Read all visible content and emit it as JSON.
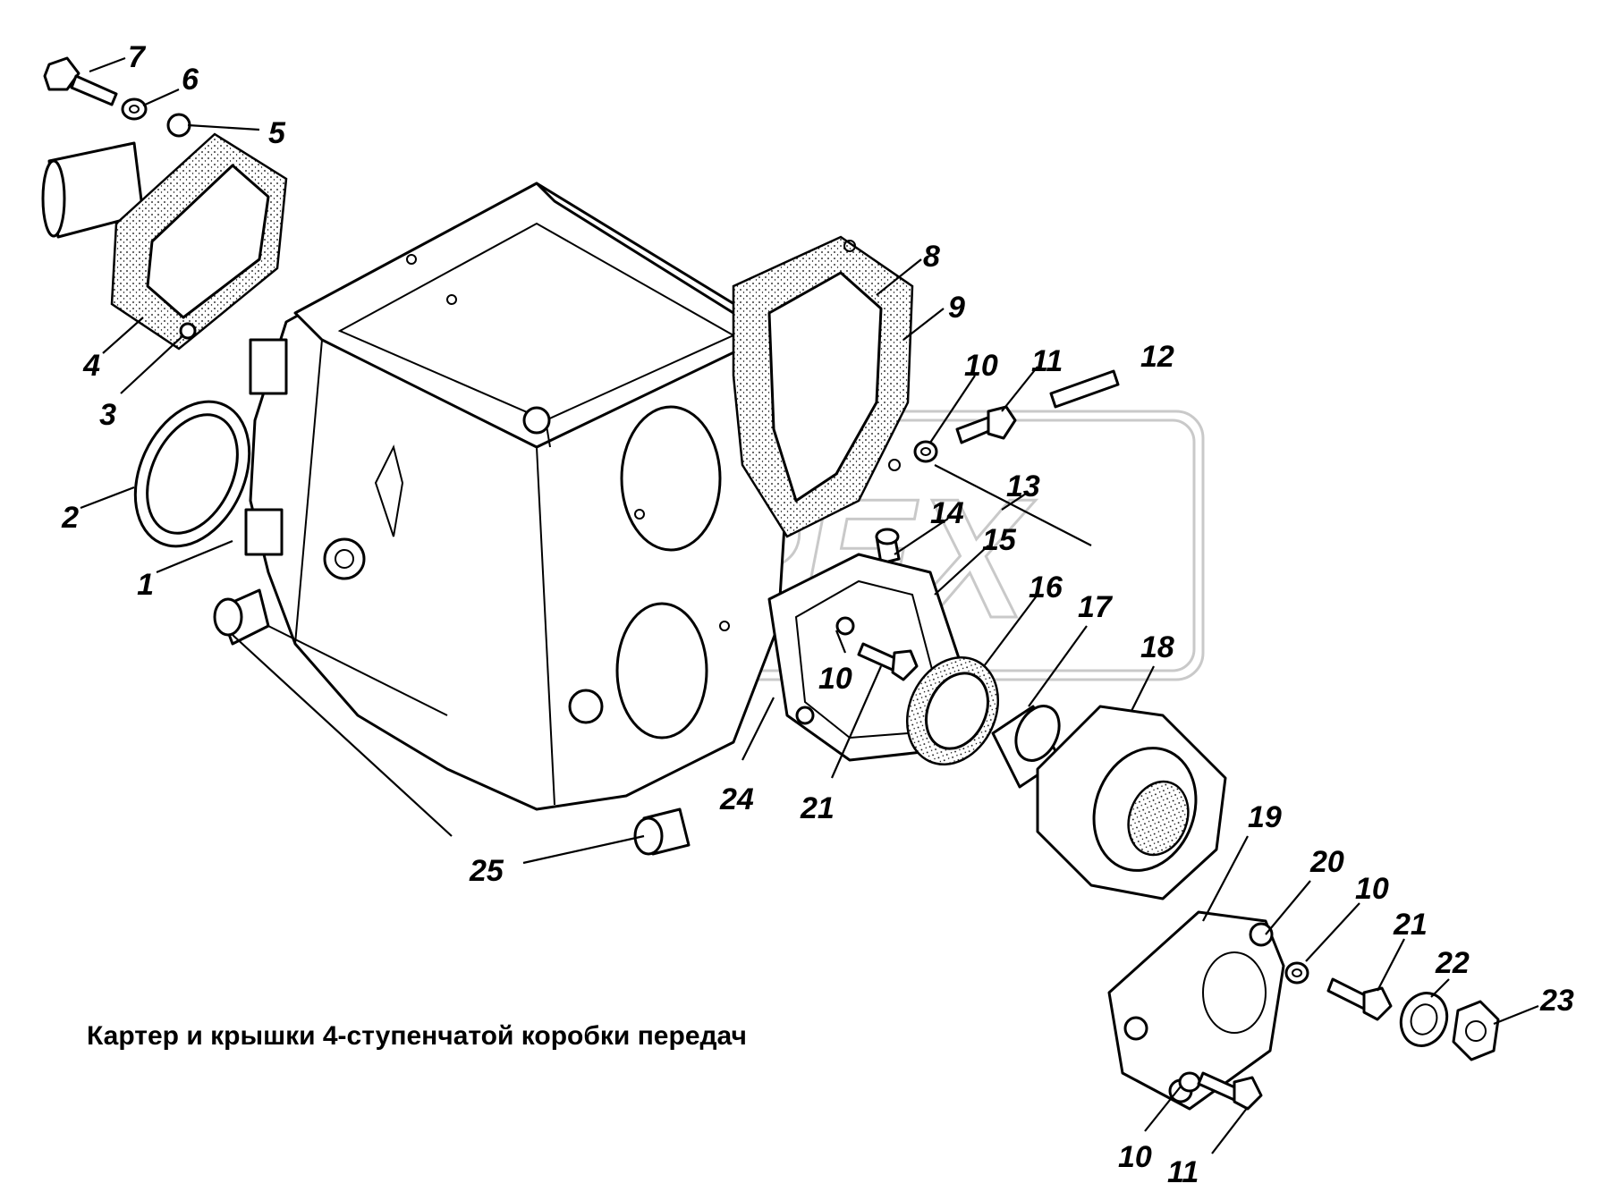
{
  "caption": "Картер и крышки 4-ступенчатой коробки передач",
  "watermark": "OREX",
  "callouts": [
    {
      "id": "1",
      "text": "1"
    },
    {
      "id": "2",
      "text": "2"
    },
    {
      "id": "3",
      "text": "3"
    },
    {
      "id": "4",
      "text": "4"
    },
    {
      "id": "5",
      "text": "5"
    },
    {
      "id": "6",
      "text": "6"
    },
    {
      "id": "7",
      "text": "7"
    },
    {
      "id": "8",
      "text": "8"
    },
    {
      "id": "9",
      "text": "9"
    },
    {
      "id": "10a",
      "text": "10"
    },
    {
      "id": "11a",
      "text": "11"
    },
    {
      "id": "12",
      "text": "12"
    },
    {
      "id": "13",
      "text": "13"
    },
    {
      "id": "14",
      "text": "14"
    },
    {
      "id": "15",
      "text": "15"
    },
    {
      "id": "16",
      "text": "16"
    },
    {
      "id": "17",
      "text": "17"
    },
    {
      "id": "18",
      "text": "18"
    },
    {
      "id": "10b",
      "text": "10"
    },
    {
      "id": "24",
      "text": "24"
    },
    {
      "id": "21a",
      "text": "21"
    },
    {
      "id": "25",
      "text": "25"
    },
    {
      "id": "19",
      "text": "19"
    },
    {
      "id": "20",
      "text": "20"
    },
    {
      "id": "10c",
      "text": "10"
    },
    {
      "id": "21b",
      "text": "21"
    },
    {
      "id": "22",
      "text": "22"
    },
    {
      "id": "23",
      "text": "23"
    },
    {
      "id": "10d",
      "text": "10"
    },
    {
      "id": "11b",
      "text": "11"
    }
  ]
}
